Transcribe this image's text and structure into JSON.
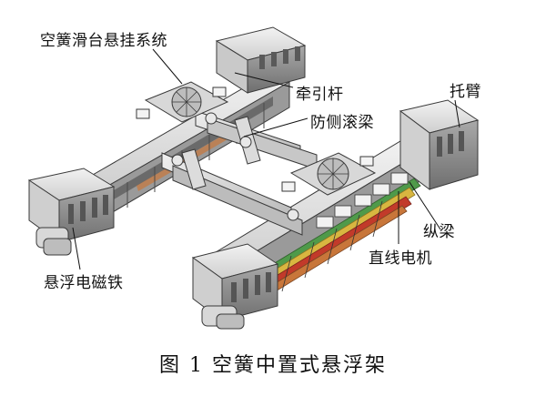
{
  "labels": {
    "air_spring_slide_suspension": "空簧滑台悬挂系统",
    "traction_rod": "牵引杆",
    "anti_roll_beam": "防侧滚梁",
    "bracket_arm": "托臂",
    "longitudinal_beam": "纵梁",
    "linear_motor": "直线电机",
    "levitation_electromagnet": "悬浮电磁铁"
  },
  "caption": "图 1  空簧中置式悬浮架",
  "colors": {
    "metal_light": "#e4e4e4",
    "metal_mid": "#bdbdbd",
    "metal_dark": "#7a7a7a",
    "outline": "#3a3a3a",
    "copper": "#c8763a",
    "green": "#4f9a4a",
    "red": "#c23a2a",
    "yellow": "#d8b640",
    "leader": "#111111"
  }
}
